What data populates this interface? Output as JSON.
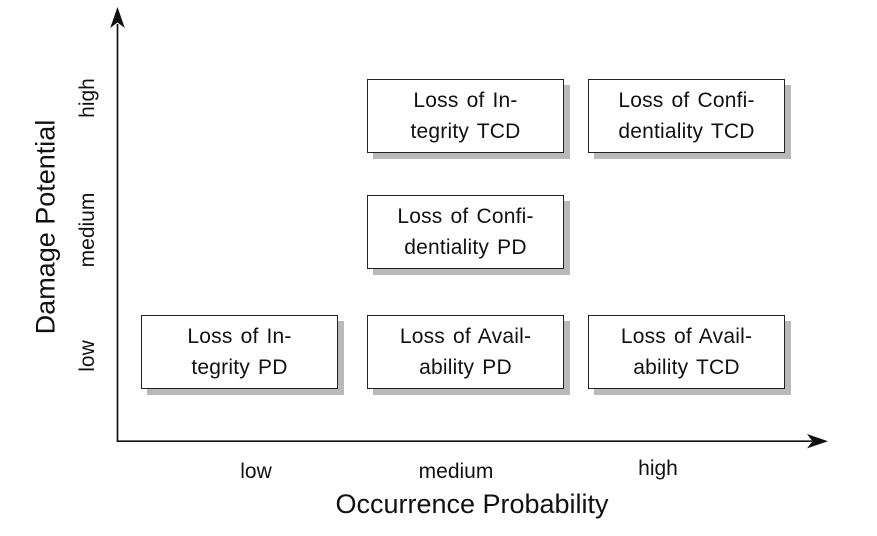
{
  "colors": {
    "background": "#ffffff",
    "axis": "#111111",
    "box_border": "#222222",
    "box_fill": "#ffffff",
    "box_shadow": "#b9b9b9",
    "text": "#111111"
  },
  "chart_data": {
    "type": "scatter",
    "title": "",
    "xlabel": "Occurrence Probability",
    "ylabel": "Damage Potential",
    "x_ticks": [
      "low",
      "medium",
      "high"
    ],
    "y_ticks": [
      "low",
      "medium",
      "high"
    ],
    "legend": "none",
    "grid": false,
    "points": [
      {
        "label": "Loss of Integrity TCD",
        "x": "medium",
        "y": "high"
      },
      {
        "label": "Loss of Confidentiality TCD",
        "x": "high",
        "y": "high"
      },
      {
        "label": "Loss of Confidentiality PD",
        "x": "medium",
        "y": "medium"
      },
      {
        "label": "Loss of Integrity PD",
        "x": "low",
        "y": "low"
      },
      {
        "label": "Loss of Availability PD",
        "x": "medium",
        "y": "low"
      },
      {
        "label": "Loss of Availability TCD",
        "x": "high",
        "y": "low"
      }
    ]
  },
  "boxes": [
    {
      "line1": "Loss of In-",
      "line2": "tegrity TCD",
      "x": "medium",
      "y": "high"
    },
    {
      "line1": "Loss of Confi-",
      "line2": "dentiality TCD",
      "x": "high",
      "y": "high"
    },
    {
      "line1": "Loss of Confi-",
      "line2": "dentiality PD",
      "x": "medium",
      "y": "medium"
    },
    {
      "line1": "Loss of In-",
      "line2": "tegrity PD",
      "x": "low",
      "y": "low"
    },
    {
      "line1": "Loss of Avail-",
      "line2": "ability PD",
      "x": "medium",
      "y": "low"
    },
    {
      "line1": "Loss of Avail-",
      "line2": "ability TCD",
      "x": "high",
      "y": "low"
    }
  ]
}
